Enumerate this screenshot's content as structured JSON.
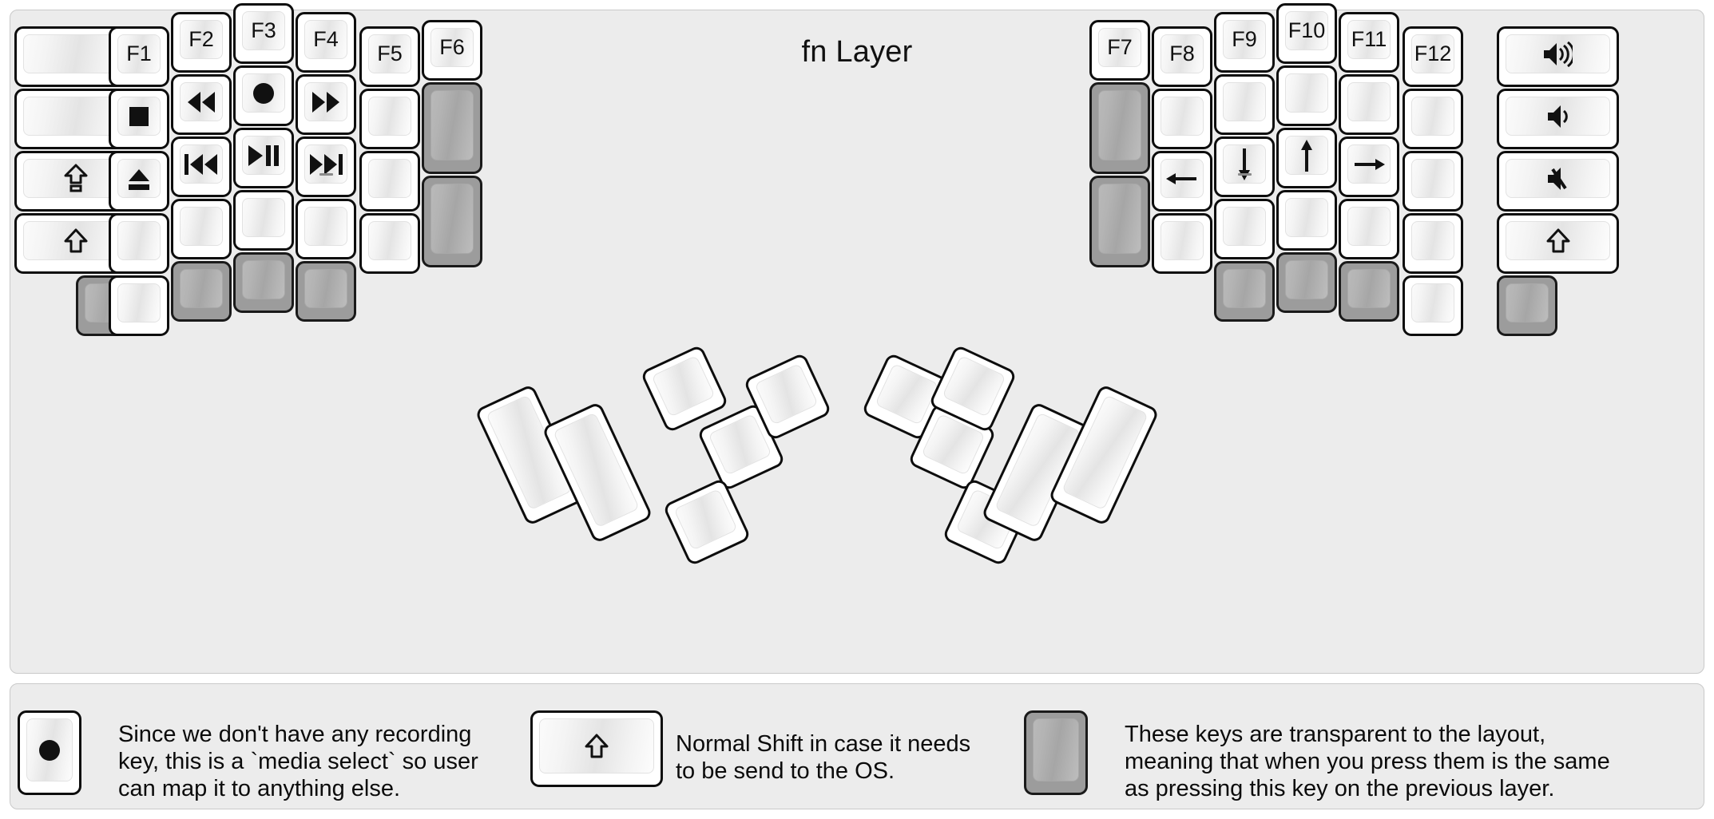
{
  "title": "fn Layer",
  "colors": {
    "background": "#ececec",
    "key_face": "#ffffff",
    "key_transparent": "#9c9c9c",
    "key_border": "#0d0d0d",
    "text": "#111111"
  },
  "keyboard": {
    "name": "split-ergonomic-keyboard",
    "left_half": {
      "columns": [
        {
          "name": "col-pinky-outer",
          "width_u": 1.5,
          "keys": [
            {
              "label": "",
              "icon": "",
              "type": "normal"
            },
            {
              "label": "",
              "icon": "",
              "type": "normal"
            },
            {
              "label": "",
              "icon": "caps-lock-icon",
              "type": "normal"
            },
            {
              "label": "",
              "icon": "shift-icon",
              "type": "normal"
            },
            {
              "label": "",
              "icon": "",
              "type": "transparent"
            }
          ]
        },
        {
          "name": "col-pinky",
          "width_u": 1.0,
          "keys": [
            {
              "label": "F1",
              "icon": "",
              "type": "normal"
            },
            {
              "label": "",
              "icon": "media-stop-icon",
              "type": "normal"
            },
            {
              "label": "",
              "icon": "media-eject-icon",
              "type": "normal"
            },
            {
              "label": "",
              "icon": "",
              "type": "normal"
            },
            {
              "label": "",
              "icon": "",
              "type": "normal"
            }
          ]
        },
        {
          "name": "col-ring",
          "width_u": 1.0,
          "keys": [
            {
              "label": "F2",
              "icon": "",
              "type": "normal"
            },
            {
              "label": "",
              "icon": "media-rewind-icon",
              "type": "normal"
            },
            {
              "label": "",
              "icon": "media-previous-icon",
              "type": "normal"
            },
            {
              "label": "",
              "icon": "",
              "type": "normal"
            },
            {
              "label": "",
              "icon": "",
              "type": "transparent"
            }
          ]
        },
        {
          "name": "col-middle",
          "width_u": 1.0,
          "keys": [
            {
              "label": "F3",
              "icon": "",
              "type": "normal"
            },
            {
              "label": "",
              "icon": "media-record-icon",
              "type": "normal"
            },
            {
              "label": "",
              "icon": "media-play-pause-icon",
              "type": "normal"
            },
            {
              "label": "",
              "icon": "",
              "type": "normal"
            },
            {
              "label": "",
              "icon": "",
              "type": "transparent"
            }
          ]
        },
        {
          "name": "col-index",
          "width_u": 1.0,
          "keys": [
            {
              "label": "F4",
              "icon": "",
              "type": "normal"
            },
            {
              "label": "",
              "icon": "media-fast-forward-icon",
              "type": "normal"
            },
            {
              "label": "",
              "icon": "media-next-icon",
              "type": "normal",
              "sub": "dash"
            },
            {
              "label": "",
              "icon": "",
              "type": "normal"
            },
            {
              "label": "",
              "icon": "",
              "type": "transparent"
            }
          ]
        },
        {
          "name": "col-index-inner",
          "width_u": 1.0,
          "keys": [
            {
              "label": "F5",
              "icon": "",
              "type": "normal"
            },
            {
              "label": "",
              "icon": "",
              "type": "normal"
            },
            {
              "label": "",
              "icon": "",
              "type": "normal"
            },
            {
              "label": "",
              "icon": "",
              "type": "normal"
            }
          ]
        },
        {
          "name": "col-inner",
          "width_u": 1.0,
          "keys": [
            {
              "label": "F6",
              "icon": "",
              "type": "normal"
            },
            {
              "label": "",
              "icon": "",
              "type": "transparent",
              "height_u": 1.5
            },
            {
              "label": "",
              "icon": "",
              "type": "transparent",
              "height_u": 1.5
            }
          ]
        }
      ],
      "thumb_cluster": {
        "name": "left-thumb-cluster",
        "keys": [
          {
            "label": "",
            "icon": "",
            "type": "normal",
            "shape": "tall"
          },
          {
            "label": "",
            "icon": "",
            "type": "normal",
            "shape": "tall"
          },
          {
            "label": "",
            "icon": "",
            "type": "normal",
            "shape": "square"
          },
          {
            "label": "",
            "icon": "",
            "type": "normal",
            "shape": "square"
          },
          {
            "label": "",
            "icon": "",
            "type": "normal",
            "shape": "square"
          }
        ]
      }
    },
    "right_half": {
      "columns": [
        {
          "name": "col-inner",
          "width_u": 1.0,
          "keys": [
            {
              "label": "F7",
              "icon": "",
              "type": "normal"
            },
            {
              "label": "",
              "icon": "",
              "type": "transparent",
              "height_u": 1.5
            },
            {
              "label": "",
              "icon": "",
              "type": "transparent",
              "height_u": 1.5
            }
          ]
        },
        {
          "name": "col-index-inner",
          "width_u": 1.0,
          "keys": [
            {
              "label": "F8",
              "icon": "",
              "type": "normal"
            },
            {
              "label": "",
              "icon": "",
              "type": "normal"
            },
            {
              "label": "",
              "icon": "arrow-left-icon",
              "type": "normal"
            },
            {
              "label": "",
              "icon": "",
              "type": "normal"
            }
          ]
        },
        {
          "name": "col-index",
          "width_u": 1.0,
          "keys": [
            {
              "label": "F9",
              "icon": "",
              "type": "normal"
            },
            {
              "label": "",
              "icon": "",
              "type": "normal"
            },
            {
              "label": "",
              "icon": "arrow-down-icon",
              "type": "normal",
              "sub": "dash"
            },
            {
              "label": "",
              "icon": "",
              "type": "normal"
            },
            {
              "label": "",
              "icon": "",
              "type": "transparent"
            }
          ]
        },
        {
          "name": "col-middle",
          "width_u": 1.0,
          "keys": [
            {
              "label": "F10",
              "icon": "",
              "type": "normal"
            },
            {
              "label": "",
              "icon": "",
              "type": "normal"
            },
            {
              "label": "",
              "icon": "arrow-up-icon",
              "type": "normal"
            },
            {
              "label": "",
              "icon": "",
              "type": "normal"
            },
            {
              "label": "",
              "icon": "",
              "type": "transparent"
            }
          ]
        },
        {
          "name": "col-ring",
          "width_u": 1.0,
          "keys": [
            {
              "label": "F11",
              "icon": "",
              "type": "normal"
            },
            {
              "label": "",
              "icon": "",
              "type": "normal"
            },
            {
              "label": "",
              "icon": "arrow-right-icon",
              "type": "normal"
            },
            {
              "label": "",
              "icon": "",
              "type": "normal"
            },
            {
              "label": "",
              "icon": "",
              "type": "transparent"
            }
          ]
        },
        {
          "name": "col-pinky",
          "width_u": 1.0,
          "keys": [
            {
              "label": "F12",
              "icon": "",
              "type": "normal"
            },
            {
              "label": "",
              "icon": "",
              "type": "normal"
            },
            {
              "label": "",
              "icon": "",
              "type": "normal"
            },
            {
              "label": "",
              "icon": "",
              "type": "normal"
            },
            {
              "label": "",
              "icon": "",
              "type": "normal"
            }
          ]
        },
        {
          "name": "col-pinky-outer",
          "width_u": 1.5,
          "keys": [
            {
              "label": "",
              "icon": "volume-up-icon",
              "type": "normal"
            },
            {
              "label": "",
              "icon": "volume-down-icon",
              "type": "normal"
            },
            {
              "label": "",
              "icon": "volume-mute-icon",
              "type": "normal"
            },
            {
              "label": "",
              "icon": "shift-icon",
              "type": "normal"
            },
            {
              "label": "",
              "icon": "",
              "type": "transparent"
            }
          ]
        }
      ],
      "thumb_cluster": {
        "name": "right-thumb-cluster",
        "keys": [
          {
            "label": "",
            "icon": "",
            "type": "normal",
            "shape": "square"
          },
          {
            "label": "",
            "icon": "",
            "type": "normal",
            "shape": "square"
          },
          {
            "label": "",
            "icon": "",
            "type": "normal",
            "shape": "square"
          },
          {
            "label": "",
            "icon": "",
            "type": "normal",
            "shape": "tall"
          },
          {
            "label": "",
            "icon": "",
            "type": "normal",
            "shape": "tall"
          }
        ]
      }
    }
  },
  "legend": [
    {
      "key_icon": "media-record-icon",
      "key_type": "normal",
      "text": "Since we don't have any recording\nkey, this is a `media select` so user\ncan map it to anything else."
    },
    {
      "key_icon": "shift-icon",
      "key_type": "normal",
      "text": "Normal Shift in case it needs\nto be send to the OS."
    },
    {
      "key_icon": "",
      "key_type": "transparent",
      "text": "These keys are transparent to the layout,\nmeaning that when you press them is the same\nas pressing this key on the previous layer."
    }
  ]
}
